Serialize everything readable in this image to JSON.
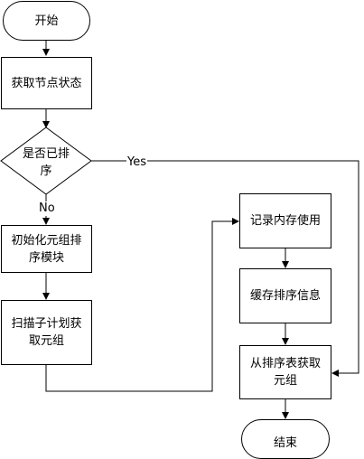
{
  "nodes": {
    "start": "开始",
    "get_state": "获取节点状态",
    "is_sorted": "是否已排序",
    "init_sort": "初始化元组排序模块",
    "scan_plan": "扫描子计划获取元组",
    "record_mem": "记录内存使用",
    "cache_sort": "缓存排序信息",
    "fetch_sorted": "从排序表获取元组",
    "end": "结束"
  },
  "edges": {
    "yes_label": "Yes",
    "no_label": "No"
  },
  "colors": {
    "stroke": "#000000",
    "fill": "#ffffff",
    "watermark": "#c9c9c9"
  }
}
